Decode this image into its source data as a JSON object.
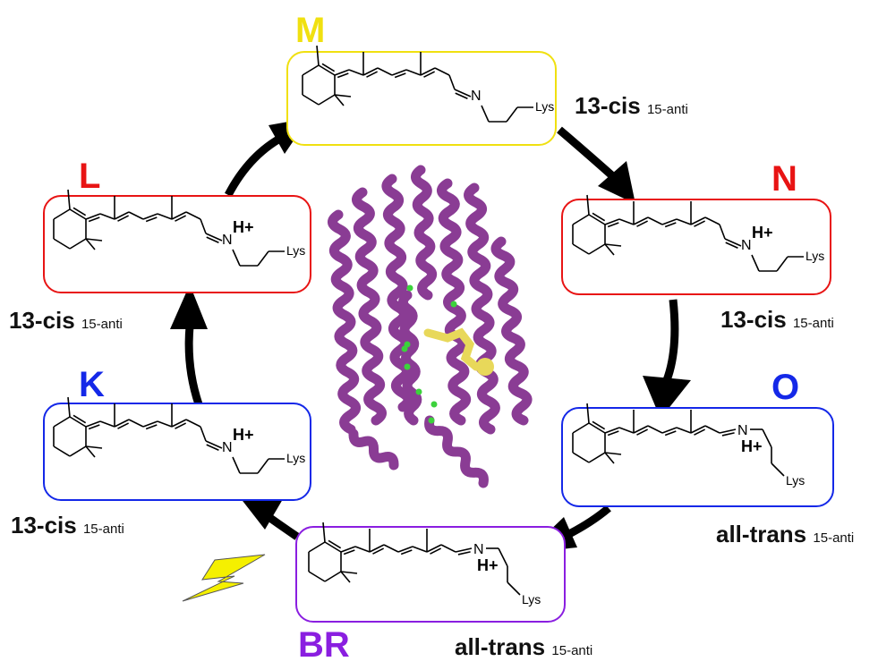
{
  "colors": {
    "M": "#f0e010",
    "L": "#e81414",
    "N": "#e81414",
    "K": "#1428e8",
    "O": "#1428e8",
    "BR": "#8a1ee0",
    "arrow": "#000000",
    "protein": "#8a3c94",
    "retinal": "#e8d85a",
    "water": "#3cd23c",
    "lightning": "#f5f000"
  },
  "states": {
    "M": {
      "name": "M",
      "conf_main": "13-cis",
      "conf_sub": "15-anti",
      "nitrogen": "N",
      "proton": ""
    },
    "N": {
      "name": "N",
      "conf_main": "13-cis",
      "conf_sub": "15-anti",
      "nitrogen": "N",
      "proton": "H+"
    },
    "O": {
      "name": "O",
      "conf_main": "all-trans",
      "conf_sub": "15-anti",
      "nitrogen": "N",
      "proton": "H+"
    },
    "BR": {
      "name": "BR",
      "conf_main": "all-trans",
      "conf_sub": "15-anti",
      "nitrogen": "N",
      "proton": "H+"
    },
    "K": {
      "name": "K",
      "conf_main": "13-cis",
      "conf_sub": "15-anti",
      "nitrogen": "N",
      "proton": "H+"
    },
    "L": {
      "name": "L",
      "conf_main": "13-cis",
      "conf_sub": "15-anti",
      "nitrogen": "N",
      "proton": "H+"
    }
  },
  "lys": "Lys",
  "icons": [
    "lightning-icon",
    "protein-ribbon-icon"
  ]
}
